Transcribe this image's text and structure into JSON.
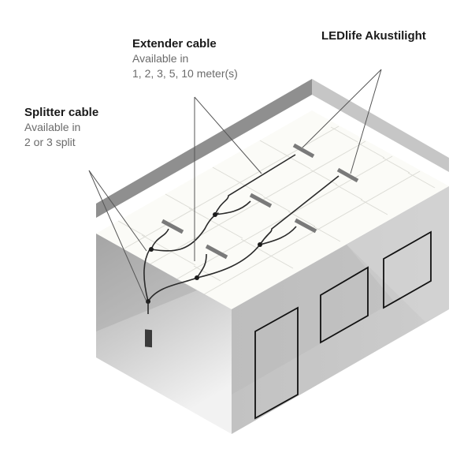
{
  "labels": {
    "extender": {
      "title": "Extender cable",
      "line1": "Available in",
      "line2": "1, 2, 3, 5, 10 meter(s)"
    },
    "splitter": {
      "title": "Splitter cable",
      "line1": "Available in",
      "line2": "2 or 3 split"
    },
    "light": {
      "title": "LEDlife Akustilight"
    }
  },
  "diagram": {
    "subject": "isometric room cut-away with ceiling-mounted lights connected by splitter and extender cables to a driver",
    "light_fixtures": 6,
    "windows": 2,
    "doors": 1,
    "colors": {
      "ceiling": "#fbfbf7",
      "ceiling_grid": "#dcdcd6",
      "back_wall_left": "#8f8f8f",
      "back_wall_right": "#c4c4c4",
      "front_wall": "#c8c8c8",
      "left_wall": "#bdbdbd",
      "cable": "#2a2a2a",
      "fixture": "#7a7a7a",
      "leader_line": "#555555"
    }
  }
}
